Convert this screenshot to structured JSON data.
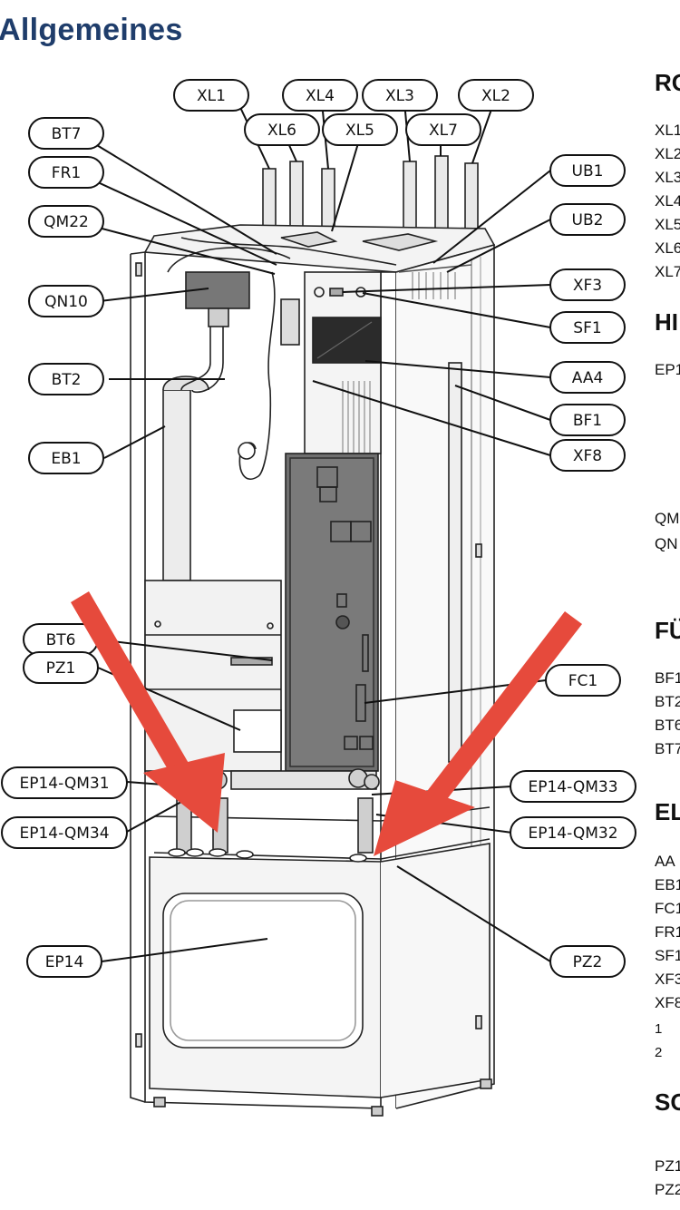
{
  "page": {
    "title": "Allgemeines"
  },
  "labels": {
    "XL1": "XL1",
    "XL4": "XL4",
    "XL3": "XL3",
    "XL2": "XL2",
    "XL6": "XL6",
    "XL5": "XL5",
    "XL7": "XL7",
    "BT7": "BT7",
    "FR1": "FR1",
    "QM22": "QM22",
    "QN10": "QN10",
    "BT2": "BT2",
    "EB1": "EB1",
    "UB1": "UB1",
    "UB2": "UB2",
    "XF3": "XF3",
    "SF1": "SF1",
    "AA4": "AA4",
    "BF1": "BF1",
    "XF8": "XF8",
    "BT6": "BT6",
    "PZ1": "PZ1",
    "FC1": "FC1",
    "EP14-QM31": "EP14-QM31",
    "EP14-QM34": "EP14-QM34",
    "EP14-QM33": "EP14-QM33",
    "EP14-QM32": "EP14-QM32",
    "EP14": "EP14",
    "PZ2": "PZ2"
  },
  "right_panel": {
    "h1": "RO",
    "h2": "HI",
    "h3": "FÜ",
    "h4": "EL",
    "h5": "SO",
    "l_XL1": "XL1",
    "l_XL2": "XL2",
    "l_XL3": "XL3",
    "l_XL4": "XL4",
    "l_XL5": "XL5",
    "l_XL6": "XL6",
    "l_XL7": "XL7",
    "l_EP": "EP1",
    "l_QM": "QM",
    "l_QN": "QN",
    "l_BF": "BF1",
    "l_BT2": "BT2",
    "l_BT6": "BT6",
    "l_BT7": "BT7",
    "l_AA": "AA",
    "l_EB": "EB1",
    "l_FC": "FC1",
    "l_FR": "FR1",
    "l_SF": "SF1",
    "l_XF3": "XF3",
    "l_XF8": "XF8",
    "f1": "1",
    "f2": "2",
    "l_PZ1": "PZ1",
    "l_PZ2": "PZ2"
  },
  "colors": {
    "title": "#1f3d6b",
    "arrow": "#e64a3c"
  }
}
